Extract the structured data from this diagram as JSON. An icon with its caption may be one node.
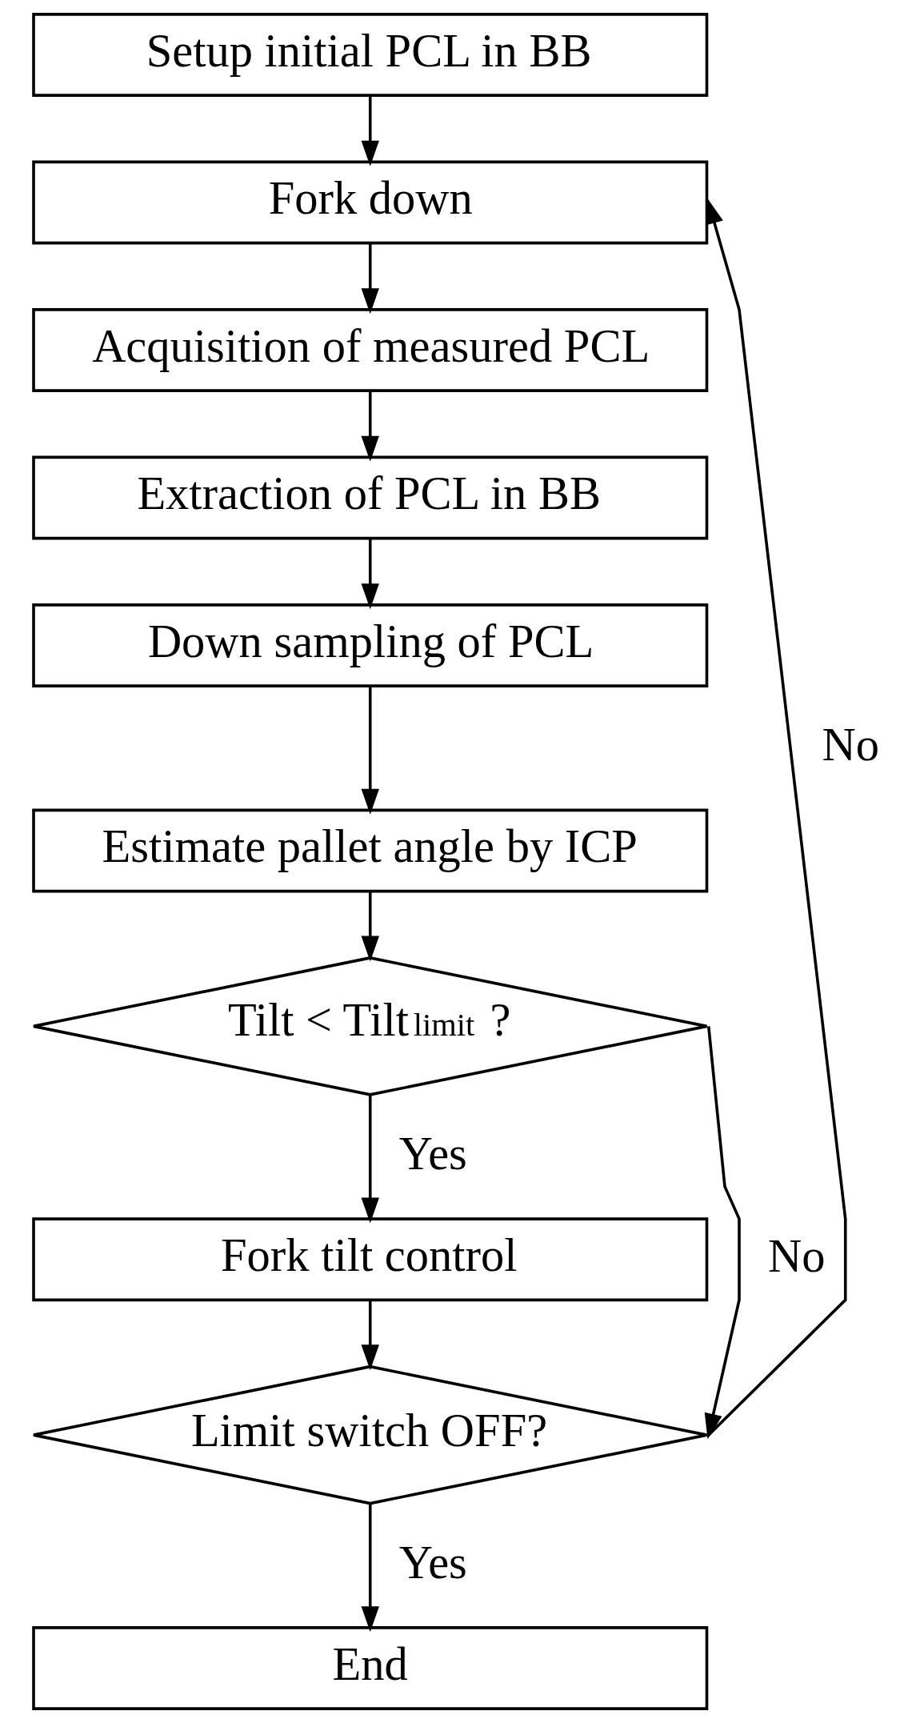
{
  "diagram": {
    "nodes": [
      {
        "text": [
          "Setup initial PCL in BB"
        ]
      },
      {
        "text": [
          "Fork down"
        ]
      },
      {
        "text": [
          "Acquisition of measured PCL"
        ]
      },
      {
        "text": [
          "Extraction of PCL in BB"
        ]
      },
      {
        "text": [
          "Down sampling of PCL"
        ]
      },
      {
        "text": [
          "Estimate pallet angle by ICP"
        ]
      },
      {
        "text": [
          "Tilt < Tilt$_{limit}$ ?"
        ]
      },
      {
        "text": [
          "Fork tilt control"
        ]
      },
      {
        "text": [
          "Limit switch OFF?"
        ]
      },
      {
        "text": [
          "End"
        ]
      }
    ],
    "edges": [
      {
        "from": 0,
        "to": 1,
        "arrow": "to"
      },
      {
        "from": 1,
        "to": 2,
        "arrow": "to"
      },
      {
        "from": 2,
        "to": 3,
        "arrow": "to"
      },
      {
        "from": 3,
        "to": 4,
        "arrow": "to"
      },
      {
        "from": 4,
        "to": 5,
        "arrow": "to"
      },
      {
        "from": 5,
        "to": 6,
        "arrow": "to"
      },
      {
        "from": 6,
        "to": 7,
        "arrow": "to",
        "label": "Yes"
      },
      {
        "from": 6,
        "to": 8,
        "arrow": "to",
        "label": "No"
      },
      {
        "from": 7,
        "to": 8,
        "arrow": "to"
      },
      {
        "from": 8,
        "to": 9,
        "arrow": "to",
        "label": "Yes"
      },
      {
        "from": 8,
        "to": 1,
        "arrow": "to",
        "label": "No"
      }
    ]
  }
}
